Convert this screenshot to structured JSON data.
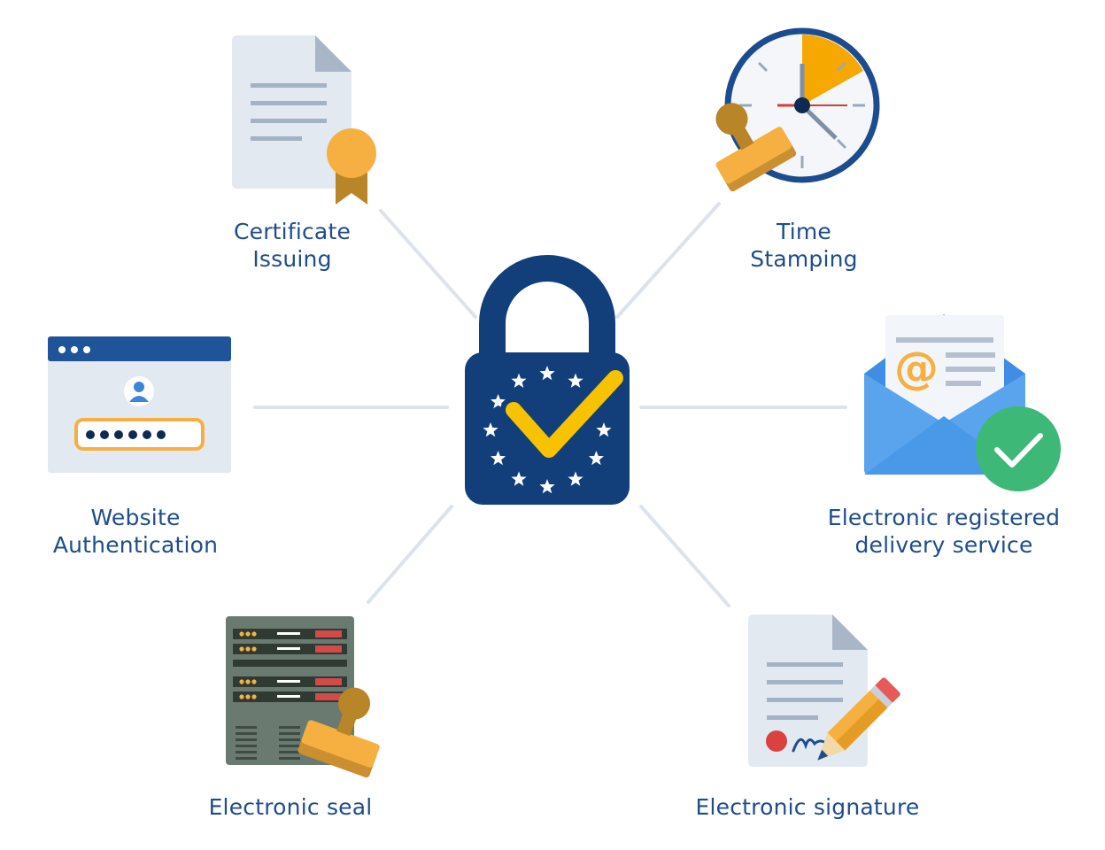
{
  "services": {
    "certificate": {
      "line1": "Certificate",
      "line2": "Issuing"
    },
    "time": {
      "line1": "Time",
      "line2": "Stamping"
    },
    "website": {
      "line1": "Website",
      "line2": "Authentication"
    },
    "delivery": {
      "line1": "Electronic registered",
      "line2": "delivery service"
    },
    "seal": {
      "line1": "Electronic seal"
    },
    "signature": {
      "line1": "Electronic signature"
    }
  },
  "email_symbol": "@",
  "colors": {
    "navy": "#123f7a",
    "label_blue": "#1d4d8c",
    "gold": "#f7c300",
    "orange": "#f6b042",
    "connector": "#dde3ea",
    "green": "#3db877",
    "envelope": "#4a98e8",
    "paper": "#e3e9f1"
  }
}
